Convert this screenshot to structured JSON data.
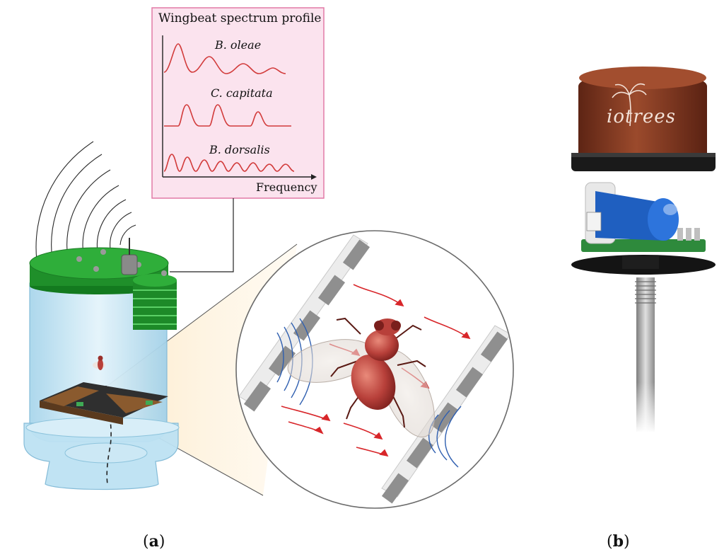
{
  "figure": {
    "spectrum_panel": {
      "title": "Wingbeat spectrum profile",
      "species": [
        "B. oleae",
        "C. capitata",
        "B. dorsalis"
      ],
      "x_axis_label": "Frequency"
    },
    "device_logo_text": "iotrees",
    "panel_labels": {
      "a_open": "(",
      "a_letter": "a",
      "a_close": ")",
      "b_open": "(",
      "b_letter": "b",
      "b_close": ")"
    }
  },
  "colors": {
    "panel_bg": "#fbe3ee",
    "panel_border": "#e27aa6",
    "spectrum_line": "#d23b3b",
    "trap_lid": "#1f8f2a",
    "airflow_arrow": "#d8262a",
    "sound_wave": "#2f5fb0",
    "device_cap": "#8a3a22",
    "battery": "#1f5fc0"
  }
}
